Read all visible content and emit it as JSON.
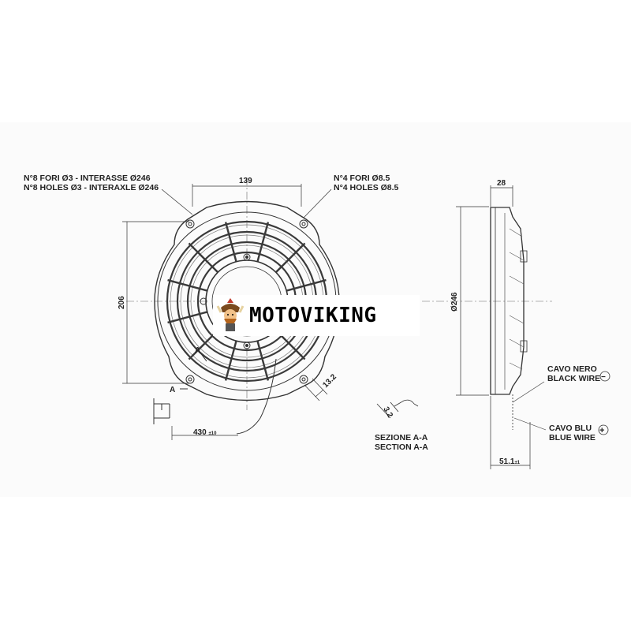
{
  "front_view": {
    "holes_note_it": "N°8 FORI Ø3 - INTERASSE Ø246",
    "holes_note_en": "N°8 HOLES Ø3 - INTERAXLE Ø246",
    "mount_note_it": "N°4 FORI Ø8.5",
    "mount_note_en": "N°4 HOLES Ø8.5",
    "dim_width": "139",
    "dim_height": "206",
    "dim_slot": "13.2",
    "dim_cable_value": "430",
    "dim_cable_tol": "±10",
    "section_marker": "A"
  },
  "section": {
    "dim": "3.2",
    "title_it": "SEZIONE A-A",
    "title_en": "SECTION A-A"
  },
  "side_view": {
    "dim_depth": "28",
    "dim_diameter": "Ø246",
    "dim_total_value": "51.1",
    "dim_total_tol": "±1",
    "black_wire_it": "CAVO NERO",
    "black_wire_en": "BLACK WIRE",
    "black_symbol": "−",
    "blue_wire_it": "CAVO BLU",
    "blue_wire_en": "BLUE WIRE",
    "blue_symbol": "+"
  },
  "watermark": {
    "brand_name": "MOTOVIKING",
    "logo_icon": "viking-logo-icon"
  }
}
